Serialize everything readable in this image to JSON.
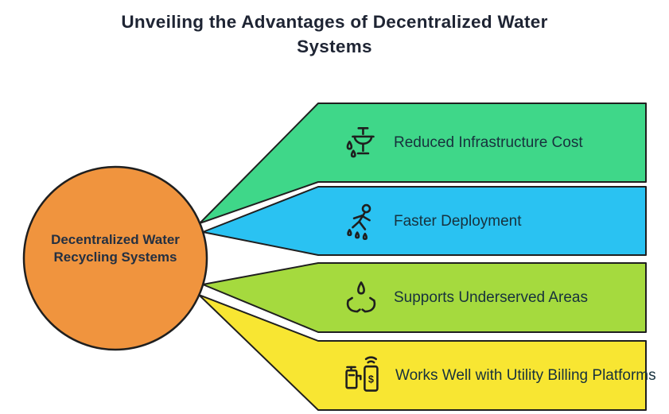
{
  "title": {
    "line1": "Unveiling the Advantages of Decentralized Water",
    "line2": "Systems"
  },
  "hub": {
    "label": "Decentralized Water Recycling Systems"
  },
  "benefits": [
    {
      "label": "Reduced Infrastructure Cost",
      "icon": "sink-faucet-drops-icon",
      "color": "#3fd789"
    },
    {
      "label": "Faster Deployment",
      "icon": "person-water-drops-icon",
      "color": "#2ac2f2"
    },
    {
      "label": "Supports Underserved Areas",
      "icon": "hands-holding-drop-icon",
      "color": "#a5da3e"
    },
    {
      "label": "Works Well with Utility Billing Platforms",
      "icon": "faucet-phone-billing-icon",
      "color": "#f8e632"
    }
  ],
  "icons": {
    "currency_symbol": "$"
  },
  "colors": {
    "hub_fill": "#f0943e",
    "outline": "#1f1f1f",
    "title_text": "#1e2433",
    "label_text": "#17313d",
    "background": "#ffffff"
  }
}
